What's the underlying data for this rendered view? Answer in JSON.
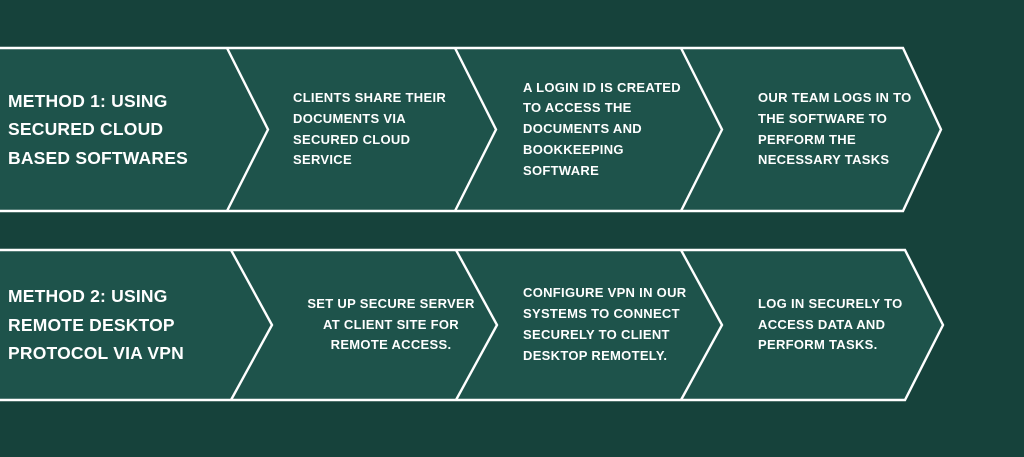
{
  "colors": {
    "background": "#16423b",
    "banner_fill": "#1e534b",
    "outline": "#ffffff",
    "text": "#ffffff"
  },
  "rows": [
    {
      "title": "METHOD 1: USING\nSECURED CLOUD\nBASED SOFTWARES",
      "steps": [
        "CLIENTS SHARE THEIR\nDOCUMENTS VIA\nSECURED CLOUD\nSERVICE",
        "A LOGIN ID IS CREATED\nTO ACCESS THE\nDOCUMENTS AND\nBOOKKEEPING\nSOFTWARE",
        "OUR TEAM LOGS IN TO\nTHE SOFTWARE TO\nPERFORM THE\nNECESSARY TASKS"
      ]
    },
    {
      "title": "METHOD 2: USING\nREMOTE DESKTOP\nPROTOCOL VIA VPN",
      "steps": [
        "SET UP SECURE SERVER\nAT CLIENT SITE FOR\nREMOTE ACCESS.",
        "CONFIGURE VPN IN OUR\nSYSTEMS TO CONNECT\nSECURELY TO CLIENT\nDESKTOP REMOTELY.",
        "LOG IN SECURELY TO\nACCESS DATA AND\nPERFORM TASKS."
      ]
    }
  ]
}
